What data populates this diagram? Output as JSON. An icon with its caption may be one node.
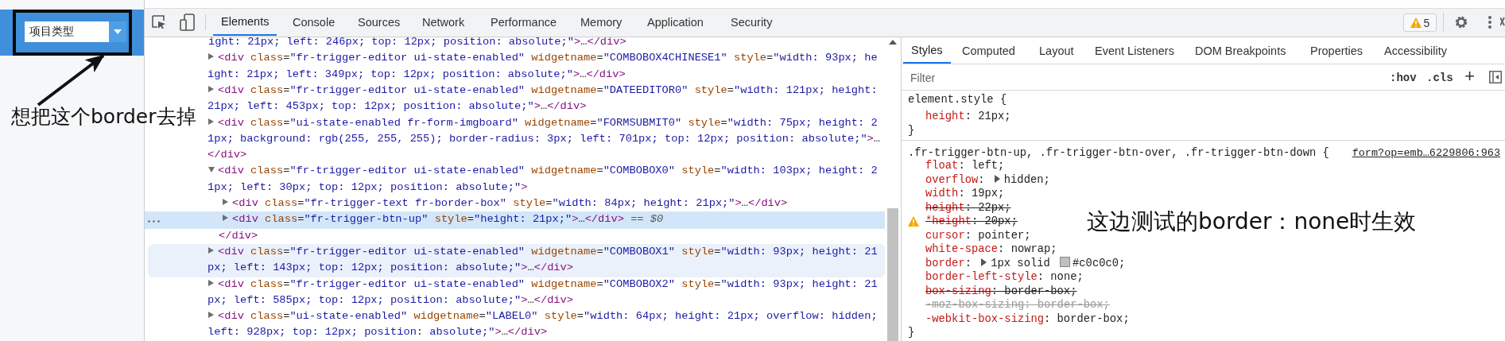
{
  "diagram": {
    "nodes": [
      {
        "text": [],
        "shape": "box"
      },
      {
        "text": [
          "项目类型"
        ],
        "in": 0
      },
      {
        "text": [
          "想把这个border去掉"
        ]
      }
    ],
    "edges": [
      {
        "from": 2,
        "to": 0,
        "arrow": "to"
      }
    ],
    "labels": [
      "Elements",
      "Console",
      "Sources",
      "Network",
      "Performance",
      "Memory",
      "Application",
      "Security",
      "5",
      "Styles",
      "Computed",
      "Layout",
      "Event Listeners",
      "DOM Breakpoints",
      "Properties",
      "Accessibility",
      "Filter",
      ":hov",
      ".cls",
      "+",
      "ight: 21px; left: 246px; top: 12px; position: absolute;\">…</div>",
      "<div class=\"fr-trigger-editor ui-state-enabled\" widgetname=\"COMBOBOX4CHINESE1\" style=\"width: 93px; height: 21px; left: 349px; top: 12px; position: absolute;\">…</div>",
      "<div class=\"fr-trigger-editor ui-state-enabled\" widgetname=\"DATEEDITOR0\" style=\"width: 121px; height: 21px; left: 453px; top: 12px; position: absolute;\">…</div>",
      "<div class=\"ui-state-enabled fr-form-imgboard\" widgetname=\"FORMSUBMIT0\" style=\"width: 75px; height: 21px; background: rgb(255, 255, 255); border-radius: 3px; left: 701px; top: 12px; position: absolute;\">…</div>",
      "<div class=\"fr-trigger-editor ui-state-enabled\" widgetname=\"COMBOBOX0\" style=\"width: 103px; height: 21px; left: 30px; top: 12px; position: absolute;\">",
      "<div class=\"fr-trigger-text fr-border-box\" style=\"width: 84px; height: 21px;\">…</div>",
      "<div class=\"fr-trigger-btn-up\" style=\"height: 21px;\">…</div> == *$0*",
      "</div>",
      "<div class=\"fr-trigger-editor ui-state-enabled\" widgetname=\"COMBOBOX1\" style=\"width: 93px; height: 21px; left: 143px; top: 12px; position: absolute;\">…</div>",
      "<div class=\"fr-trigger-editor ui-state-enabled\" widgetname=\"COMBOBOX2\" style=\"width: 93px; height: 21px; left: 585px; top: 12px; position: absolute;\">…</div>",
      "<div class=\"ui-state-enabled\" widgetname=\"LABEL0\" style=\"width: 64px; height: 21px; overflow: hidden; left: 928px; top: 12px; position: absolute;\">…</div>",
      "element.style {",
      "height: 21px;",
      "}",
      ".fr-trigger-btn-up, .fr-trigger-btn-over, .fr-trigger-btn-down {",
      "form?op=emb…6229806:963",
      "float: left;",
      "overflow: hidden;",
      "width: 19px;",
      "height: 22px;",
      "*height: 20px;",
      "cursor: pointer;",
      "white-space: nowrap;",
      "border: 1px solid #c0c0c0;",
      "border-left-style: none;",
      "box-sizing: border-box;",
      "-moz-box-sizing: border-box;",
      "-webkit-box-sizing: border-box;",
      "}",
      "这边测试的border：none时生效"
    ]
  }
}
